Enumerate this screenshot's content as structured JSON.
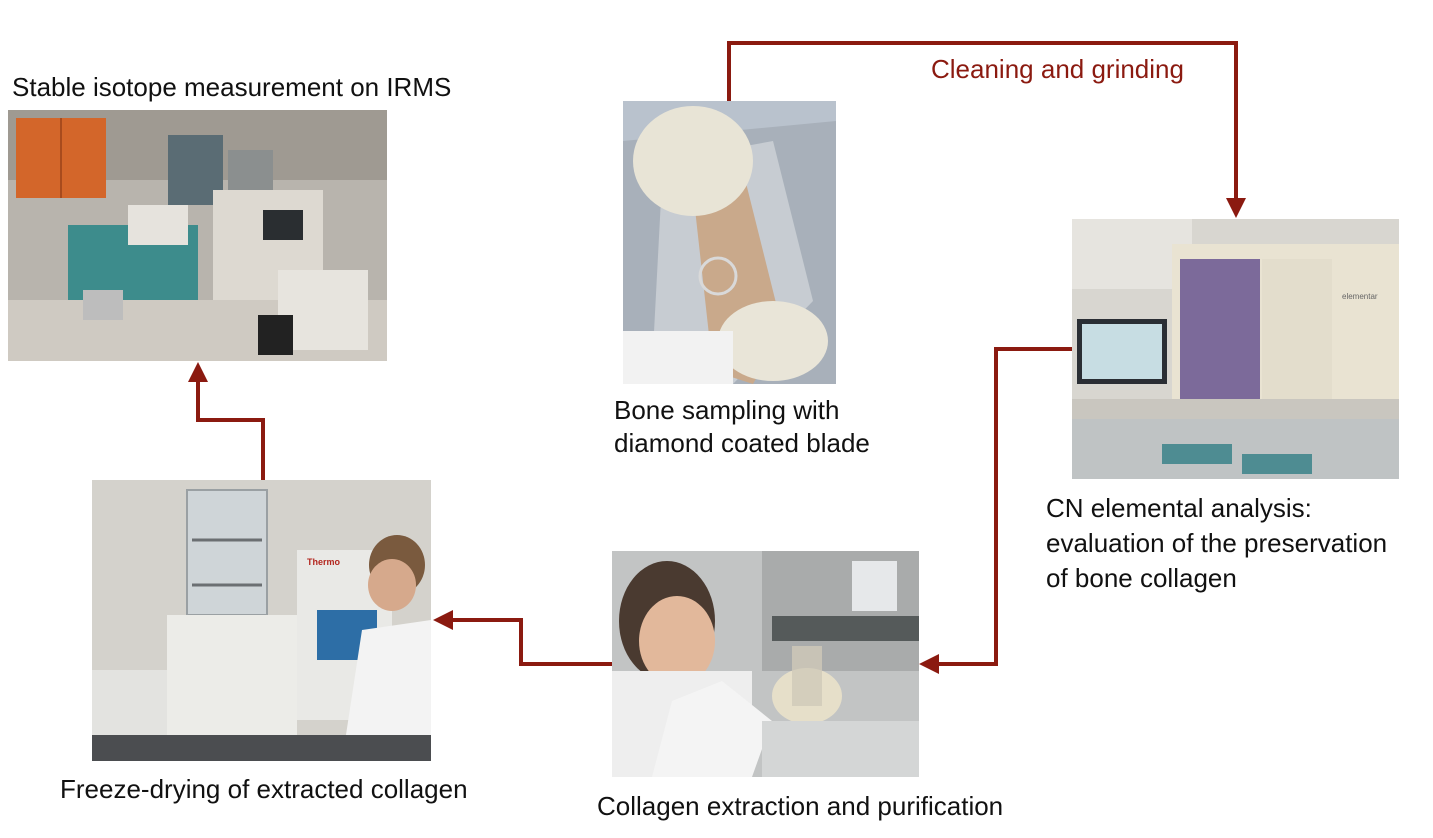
{
  "arrow_color": "#8b1a10",
  "steps": {
    "bone_sampling": {
      "lines": [
        "Bone sampling with",
        "diamond coated blade"
      ]
    },
    "cleaning": {
      "label": "Cleaning and grinding"
    },
    "cn_analysis": {
      "lines": [
        "CN elemental analysis:",
        "evaluation of the preservation",
        "of bone collagen"
      ]
    },
    "extraction": {
      "label": "Collagen extraction and purification"
    },
    "freeze_drying": {
      "label": "Freeze-drying of extracted collagen"
    },
    "irms": {
      "label": "Stable isotope measurement on IRMS"
    }
  },
  "photo_text": {
    "thermo_brand": "Thermo",
    "elementar_brand": "elementar"
  }
}
